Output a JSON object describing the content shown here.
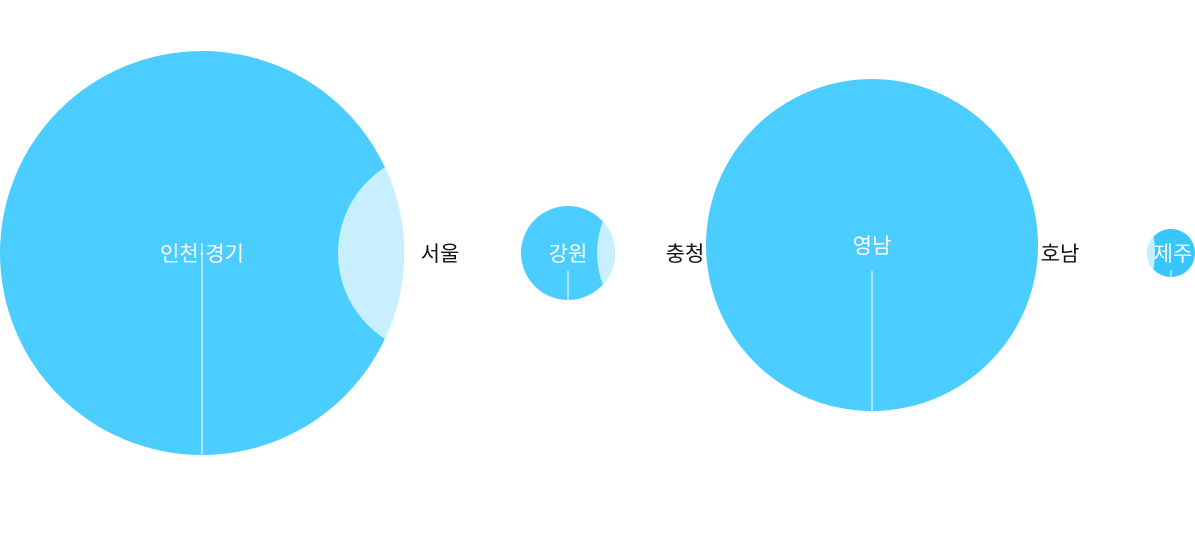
{
  "colors": {
    "main": "#4ccdff",
    "overlap": "#c8efff",
    "jeju": "#38c6ff",
    "label_in": "#ffffff",
    "label_out": "#111111"
  },
  "regions": [
    {
      "id": "incheon-gyeonggi",
      "label": "인천·경기"
    },
    {
      "id": "seoul",
      "label": "서울"
    },
    {
      "id": "gangwon",
      "label": "강원"
    },
    {
      "id": "chungcheong",
      "label": "충청"
    },
    {
      "id": "yeongnam",
      "label": "영남"
    },
    {
      "id": "honam",
      "label": "호남"
    },
    {
      "id": "jeju",
      "label": "제주"
    }
  ]
}
